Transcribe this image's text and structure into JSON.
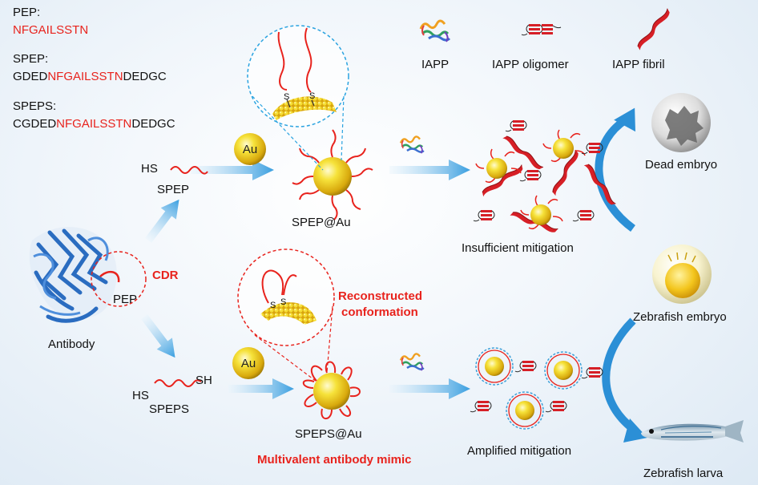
{
  "sequences": {
    "pep_name": "PEP:",
    "pep_core": "NFGAILSSTN",
    "spep_name": "SPEP:",
    "spep_prefix": "GDED",
    "spep_core": "NFGAILSSTN",
    "spep_suffix": "DEDGC",
    "speps_name": "SPEPS:",
    "speps_prefix": "CGDED",
    "speps_core": "NFGAILSSTN",
    "speps_suffix": "DEDGC"
  },
  "legend": {
    "iapp": "IAPP",
    "oligomer": "IAPP oligomer",
    "fibril": "IAPP fibril"
  },
  "labels": {
    "antibody": "Antibody",
    "pep": "PEP",
    "cdr": "CDR",
    "hs_top": "HS",
    "spep": "SPEP",
    "hs_bottom": "HS",
    "sh_bottom": "SH",
    "speps": "SPEPS",
    "au": "Au",
    "s": "S",
    "spep_au": "SPEP@Au",
    "speps_au": "SPEPS@Au",
    "reconstructed_1": "Reconstructed",
    "reconstructed_2": "conformation",
    "multivalent": "Multivalent antibody mimic",
    "insufficient": "Insufficient mitigation",
    "amplified": "Amplified mitigation",
    "dead_embryo": "Dead embryo",
    "zebrafish_embryo": "Zebrafish embryo",
    "zebrafish_larva": "Zebrafish larva"
  },
  "colors": {
    "peptide_red": "#e8231d",
    "gold": "#f2cf1d",
    "arrow_blue": "#3a9fe0",
    "antibody_blue": "#2a6cc0",
    "dashed_blue": "#2aa3e0"
  }
}
